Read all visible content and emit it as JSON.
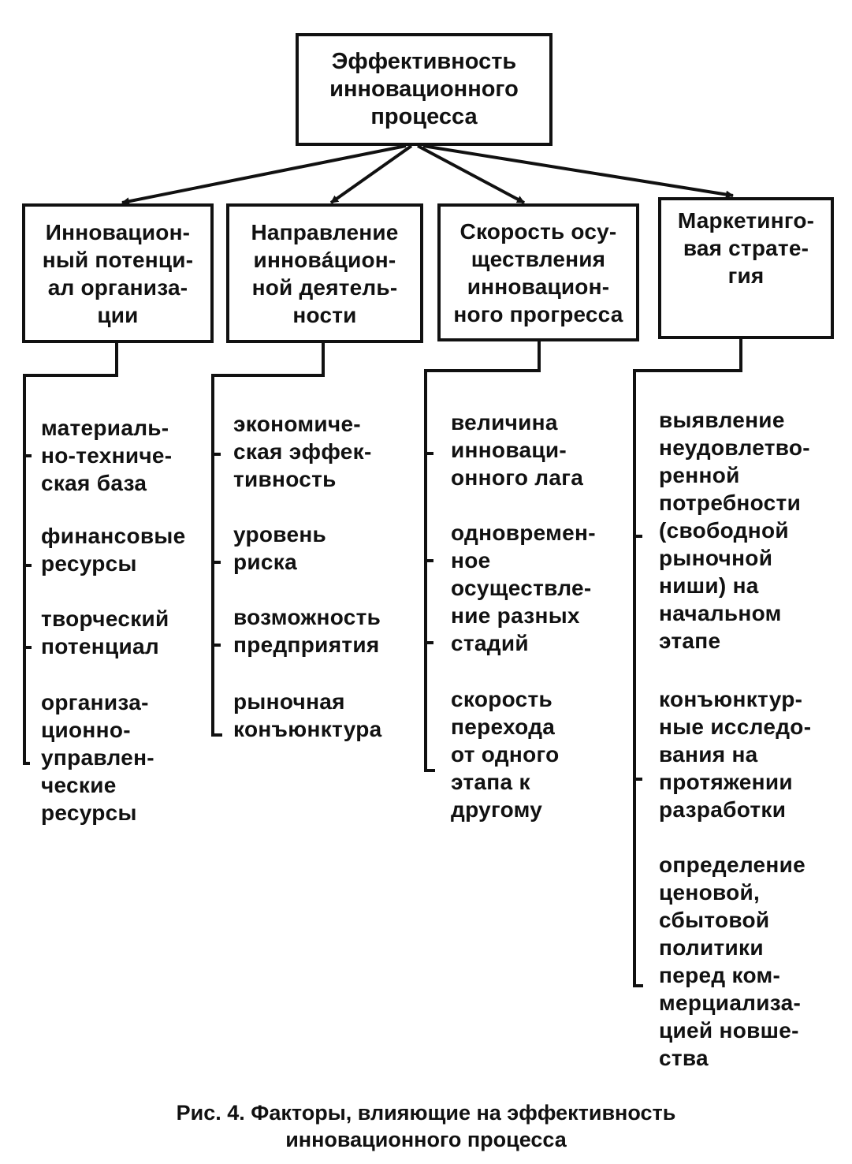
{
  "root": {
    "label": "Эффективность\nинновационного\nпроцесса"
  },
  "factors": [
    {
      "label": "Инновацион-\nный потенци-\nал организа-\nции",
      "items": [
        "материаль-\nно-техниче-\nская база",
        "финансовые\nресурсы",
        "творческий\nпотенциал",
        "организа-\nционно-\nуправлен-\nческие\nресурсы"
      ]
    },
    {
      "label": "Направление\nинновáцион-\nной деятель-\nности",
      "items": [
        "экономиче-\nская эффек-\nтивность",
        "уровень\nриска",
        "возможность\nпредприятия",
        "рыночная\nконъюнктура"
      ]
    },
    {
      "label": "Скорость осу-\nществления\nинновацион-\nного прогресса",
      "items": [
        "величина\nинноваци-\nонного лага",
        "одновремен-\nное\nосуществле-\nние разных\nстадий",
        "скорость\nперехода\nот одного\nэтапа к\nдругому"
      ]
    },
    {
      "label": "Маркетинго-\nвая страте-\nгия",
      "items": [
        "выявление\nнеудовлетво-\nренной\nпотребности\n(свободной\nрыночной\nниши) на\nначальном\nэтапе",
        "конъюнктур-\nные исследо-\nвания на\nпротяжении\nразработки",
        "определение\nценовой,\nсбытовой\nполитики\nперед ком-\nмерциализа-\nцией новше-\nства"
      ]
    }
  ],
  "caption": "Рис. 4. Факторы, влияющие на эффективность\nинновационного процесса"
}
